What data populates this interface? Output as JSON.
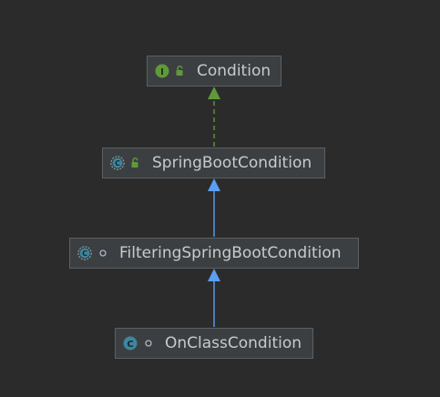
{
  "diagram": {
    "nodes": [
      {
        "id": "condition",
        "label": "Condition",
        "kind": "interface-icon",
        "kind_letter": "I",
        "visibility": "public-unlocked-icon"
      },
      {
        "id": "springboot",
        "label": "SpringBootCondition",
        "kind": "abstract-class-icon",
        "kind_letter": "C",
        "visibility": "public-unlocked-icon"
      },
      {
        "id": "filtering",
        "label": "FilteringSpringBootCondition",
        "kind": "abstract-class-icon",
        "kind_letter": "C",
        "visibility": "package-private-icon"
      },
      {
        "id": "onclass",
        "label": "OnClassCondition",
        "kind": "class-icon",
        "kind_letter": "C",
        "visibility": "package-private-icon"
      }
    ],
    "edges": [
      {
        "from": "springboot",
        "to": "condition",
        "type": "implements",
        "color": "#5f9a3a"
      },
      {
        "from": "filtering",
        "to": "springboot",
        "type": "extends",
        "color": "#5b9ef2"
      },
      {
        "from": "onclass",
        "to": "filtering",
        "type": "extends",
        "color": "#5b9ef2"
      }
    ]
  },
  "colors": {
    "background": "#2b2b2b",
    "node_fill": "#3c3f41",
    "node_border": "#5d5f61",
    "text": "#c8cacc",
    "interface_green": "#5f9a3a",
    "class_teal": "#3e86a0"
  }
}
